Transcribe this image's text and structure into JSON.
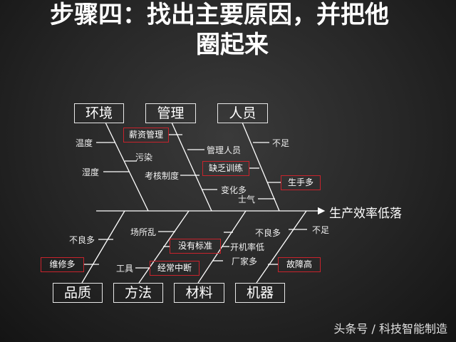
{
  "title": {
    "line1": "步骤四：找出主要原因，并把他",
    "line2": "圈起来"
  },
  "effect": "生产效率低落",
  "categories": {
    "environment": "环境",
    "management": "管理",
    "personnel": "人员",
    "quality": "品质",
    "method": "方法",
    "material": "材料",
    "machine": "机器"
  },
  "causes": {
    "temperature": "温度",
    "pollution": "污染",
    "humidity": "湿度",
    "salary_management": "薪资管理",
    "management_staff": "管理人员",
    "assessment_system": "考核制度",
    "lack_training": "缺乏训练",
    "changes": "变化多",
    "morale": "士气",
    "insufficient": "不足",
    "many_novices": "生手多",
    "many_defects": "不良多",
    "many_repairs": "维修多",
    "messy_site": "场所乱",
    "no_standard": "没有标准",
    "tools": "工具",
    "frequent_interruption": "经常中断",
    "material_defects": "不良多",
    "start_rate_low": "开机率低",
    "many_vendors": "厂家多",
    "machine_insufficient": "不足",
    "many_failures": "故障高"
  },
  "footer": "头条号 / 科技智能制造",
  "colors": {
    "line": "#ffffff",
    "box_border": "#e8e8e8",
    "highlight": "#c8232c"
  }
}
